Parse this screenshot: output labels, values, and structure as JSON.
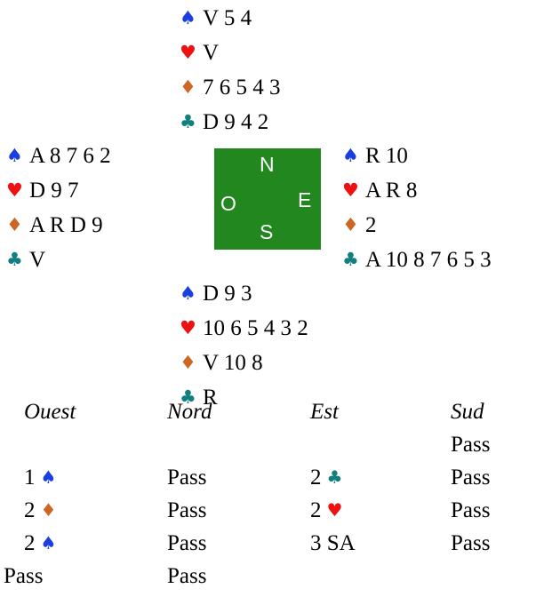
{
  "hands": {
    "north": {
      "spades": "V 5 4",
      "hearts": "V",
      "diamonds": "7 6 5 4 3",
      "clubs": "D 9 4 2"
    },
    "west": {
      "spades": "A 8 7 6 2",
      "hearts": "D 9 7",
      "diamonds": "A R D 9",
      "clubs": "V"
    },
    "east": {
      "spades": "R 10",
      "hearts": "A R 8",
      "diamonds": "2",
      "clubs": "A 10 8 7 6 5 3"
    },
    "south": {
      "spades": "D 9 3",
      "hearts": "10 6 5 4 3 2",
      "diamonds": "V 10 8",
      "clubs": "R"
    }
  },
  "suit_symbols": {
    "spade": "♠",
    "heart": "♥",
    "diamond": "♦",
    "club": "♣"
  },
  "suit_colors": {
    "spade": "#1a3ee0",
    "heart": "#ee1111",
    "diamond": "#cc6622",
    "club": "#117f7f"
  },
  "compass": {
    "north": "N",
    "west": "O",
    "east": "E",
    "south": "S",
    "color": "#23871f"
  },
  "bidding": {
    "headers": [
      "Ouest",
      "Nord",
      "Est",
      "Sud"
    ],
    "rows": [
      [
        {
          "text": "",
          "suit": ""
        },
        {
          "text": "",
          "suit": ""
        },
        {
          "text": "",
          "suit": ""
        },
        {
          "text": "Pass",
          "suit": ""
        }
      ],
      [
        {
          "text": "1",
          "suit": "♠"
        },
        {
          "text": "Pass",
          "suit": ""
        },
        {
          "text": "2",
          "suit": "♣"
        },
        {
          "text": "Pass",
          "suit": ""
        }
      ],
      [
        {
          "text": "2",
          "suit": "♦"
        },
        {
          "text": "Pass",
          "suit": ""
        },
        {
          "text": "2",
          "suit": "♥"
        },
        {
          "text": "Pass",
          "suit": ""
        }
      ],
      [
        {
          "text": "2",
          "suit": "♠"
        },
        {
          "text": "Pass",
          "suit": ""
        },
        {
          "text": "3 SA",
          "suit": ""
        },
        {
          "text": "Pass",
          "suit": ""
        }
      ],
      [
        {
          "text": "Pass",
          "suit": ""
        },
        {
          "text": "Pass",
          "suit": ""
        }
      ]
    ]
  }
}
